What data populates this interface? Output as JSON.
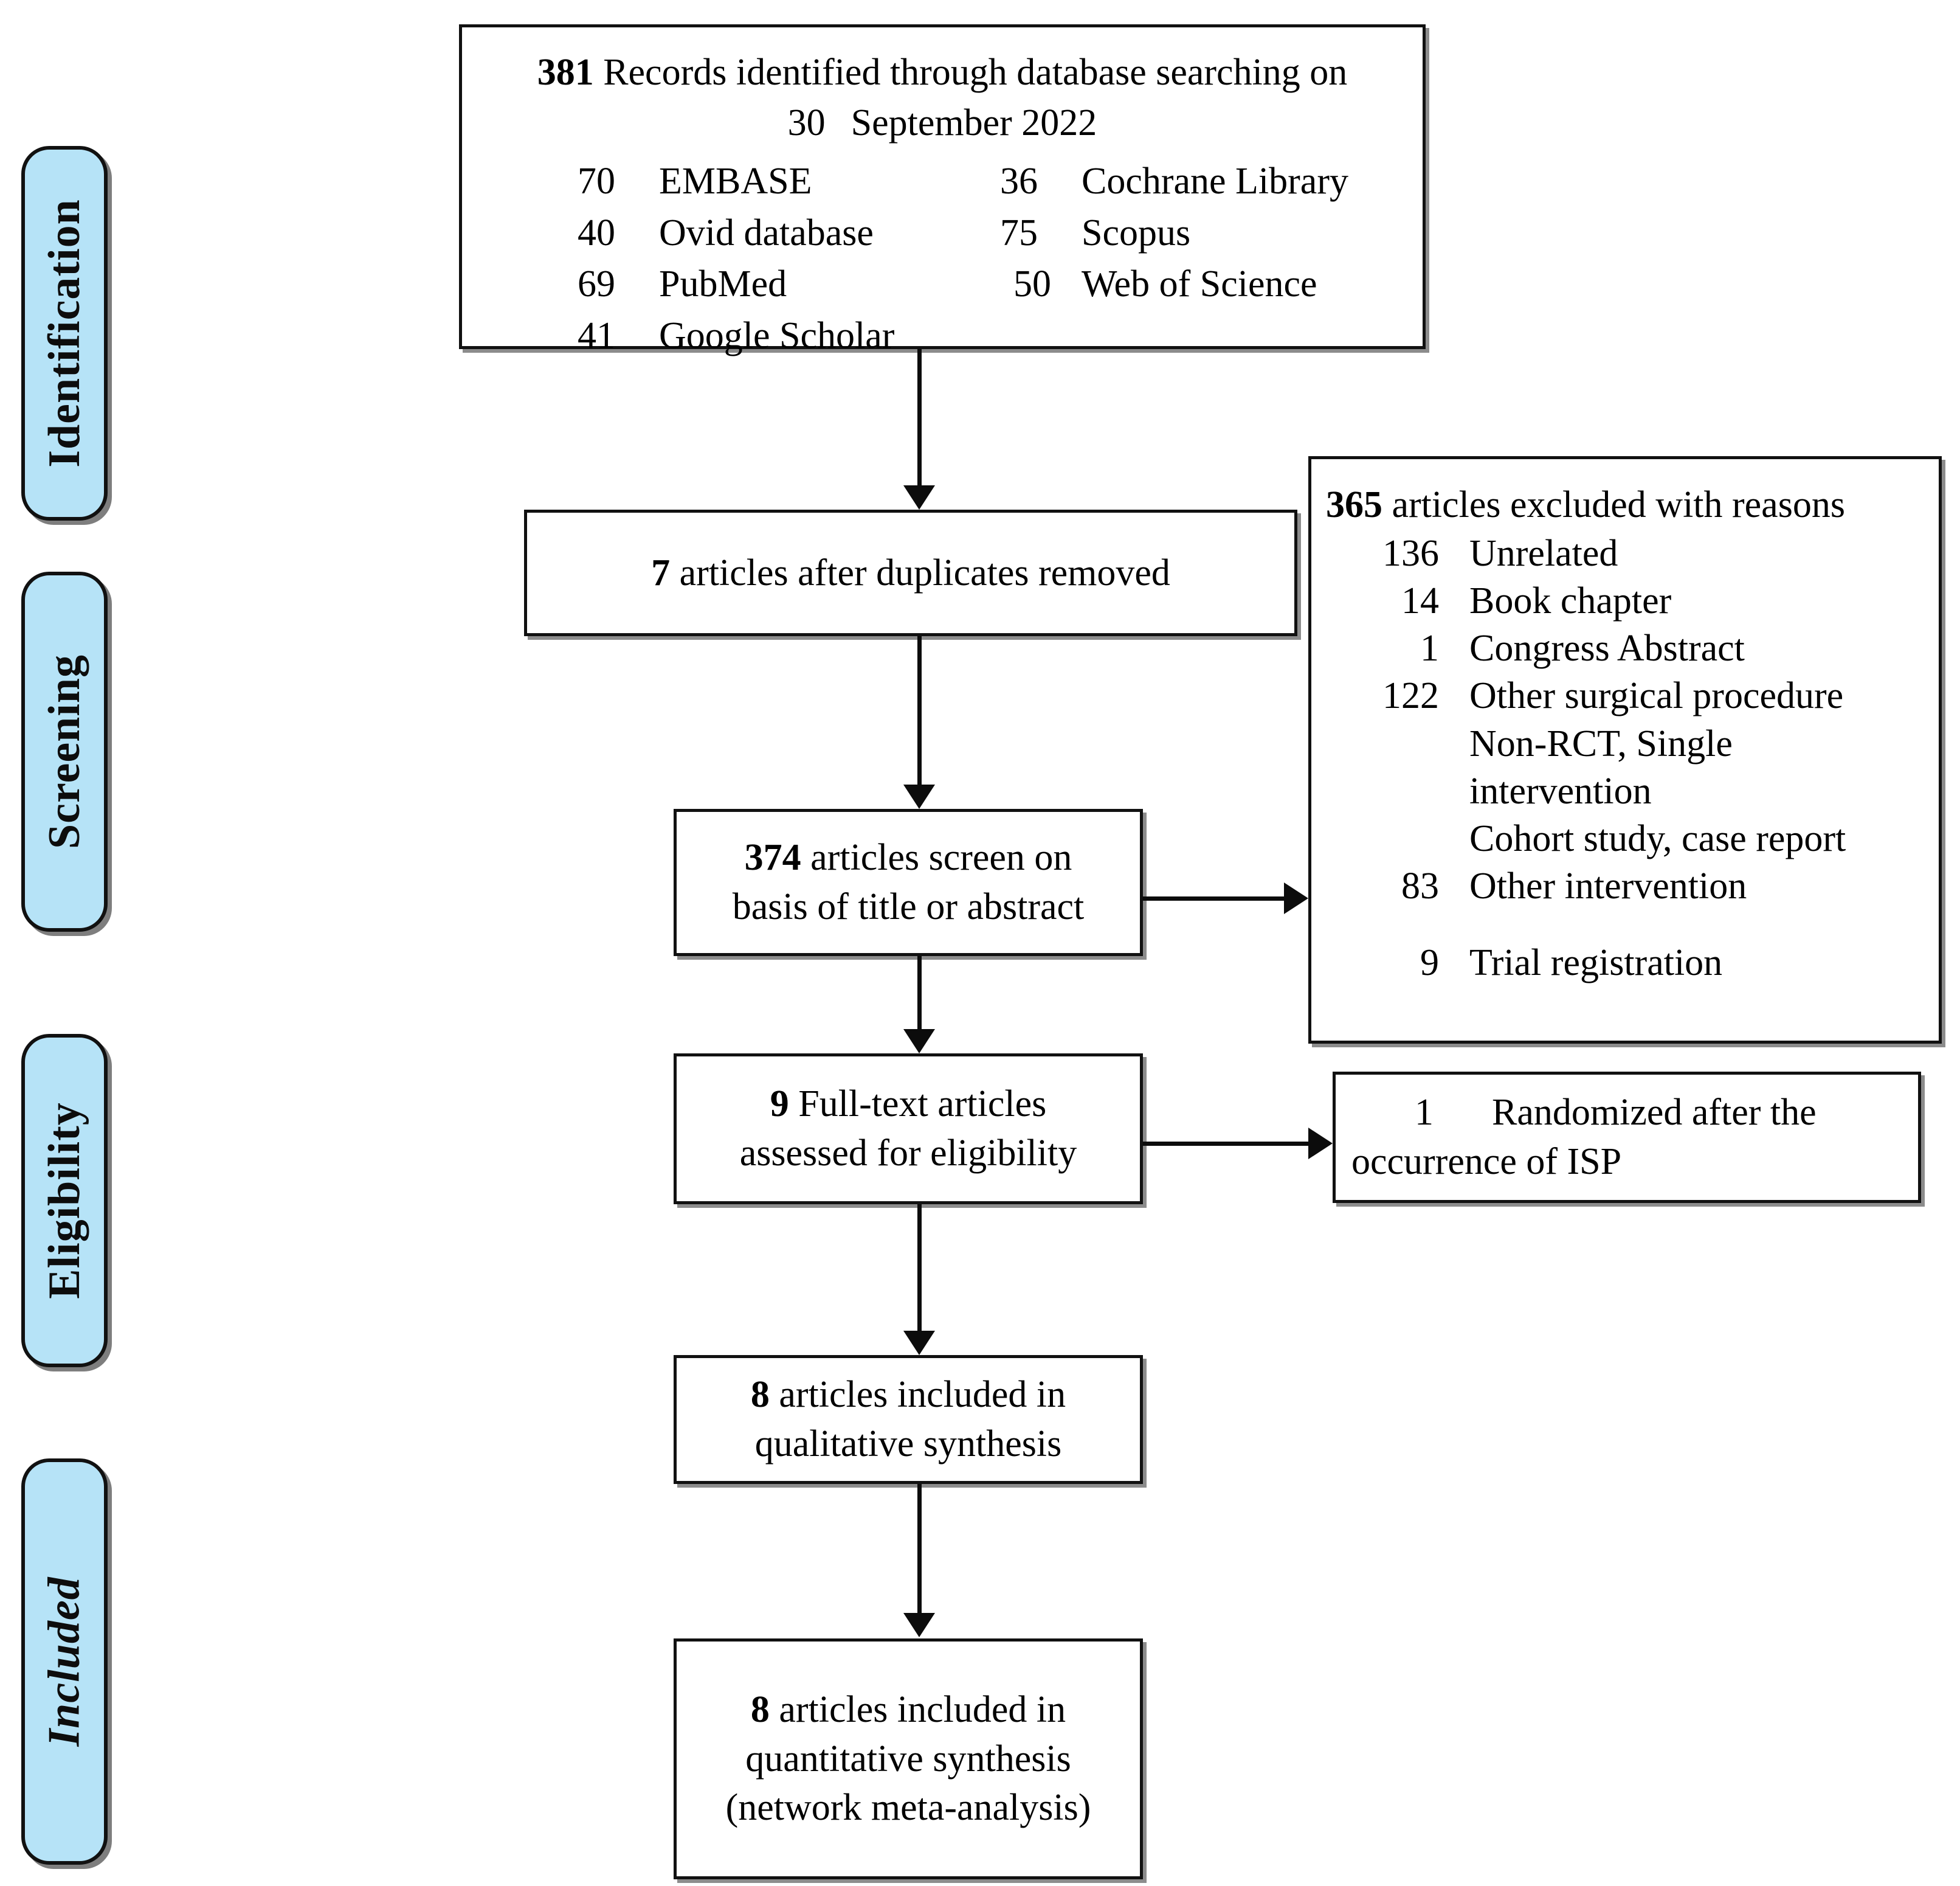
{
  "diagram": {
    "title": "PRISMA flow diagram",
    "accent_color": "#b6e3f7",
    "line_color": "#0c0c0c"
  },
  "stages": [
    {
      "id": "identification",
      "label": "Identification",
      "style": "bold"
    },
    {
      "id": "screening",
      "label": "Screening",
      "style": "bold"
    },
    {
      "id": "eligibility",
      "label": "Eligibility",
      "style": "bold"
    },
    {
      "id": "included",
      "label": "Included",
      "style": "bold-italic"
    }
  ],
  "identification_box": {
    "count": "381",
    "headline": " Records identified through database searching on",
    "date_number": "30",
    "date_text": "September 2022",
    "sources": [
      {
        "count": "70",
        "name": "EMBASE"
      },
      {
        "count": "36",
        "name": "Cochrane Library"
      },
      {
        "count": "40",
        "name": "Ovid database"
      },
      {
        "count": "75",
        "name": "Scopus"
      },
      {
        "count": "69",
        "name": "PubMed"
      },
      {
        "count": "50",
        "name": "Web of Science"
      },
      {
        "count": "41",
        "name": "Google Scholar"
      }
    ]
  },
  "duplicates_box": {
    "count": "7",
    "text": " articles after duplicates removed"
  },
  "screen_box": {
    "count": "374",
    "line1": " articles screen on",
    "line2": "basis of title or abstract"
  },
  "fulltext_box": {
    "count": "9",
    "line1": " Full-text articles",
    "line2": "assessed for eligibility"
  },
  "qualitative_box": {
    "count": "8",
    "line1": " articles included in",
    "line2": "qualitative synthesis"
  },
  "quantitative_box": {
    "count": "8",
    "line1": " articles included in",
    "line2": "quantitative synthesis",
    "line3": "(network meta-analysis)"
  },
  "excluded_box": {
    "count": "365",
    "headline": " articles excluded with reasons",
    "reasons": [
      {
        "count": "136",
        "text": "Unrelated"
      },
      {
        "count": "14",
        "text": "Book chapter"
      },
      {
        "count": "1",
        "text": "Congress Abstract"
      },
      {
        "count": "122",
        "text": "Other surgical procedure"
      },
      {
        "count": "",
        "text": "Non-RCT, Single"
      },
      {
        "count": "",
        "text": "intervention"
      },
      {
        "count": "",
        "text": "Cohort study, case report"
      },
      {
        "count": "83",
        "text": "Other intervention"
      },
      {
        "count": "9",
        "text": "Trial registration"
      }
    ]
  },
  "isp_box": {
    "count": "1",
    "line1": "Randomized after the",
    "line2": "occurrence of ISP"
  },
  "chart_data": {
    "type": "flowchart",
    "title": "PRISMA flow diagram",
    "nodes": [
      {
        "id": "identified",
        "stage": "Identification",
        "value": 381
      },
      {
        "id": "duplicates",
        "stage": "Screening",
        "value": 7
      },
      {
        "id": "screened",
        "stage": "Screening",
        "value": 374
      },
      {
        "id": "excluded",
        "stage": "Screening",
        "value": 365
      },
      {
        "id": "fulltext",
        "stage": "Eligibility",
        "value": 9
      },
      {
        "id": "isp_excluded",
        "stage": "Eligibility",
        "value": 1
      },
      {
        "id": "qualitative",
        "stage": "Included",
        "value": 8
      },
      {
        "id": "quantitative",
        "stage": "Included",
        "value": 8
      }
    ],
    "edges": [
      {
        "from": "identified",
        "to": "duplicates"
      },
      {
        "from": "duplicates",
        "to": "screened"
      },
      {
        "from": "screened",
        "to": "excluded"
      },
      {
        "from": "screened",
        "to": "fulltext"
      },
      {
        "from": "fulltext",
        "to": "isp_excluded"
      },
      {
        "from": "fulltext",
        "to": "qualitative"
      },
      {
        "from": "qualitative",
        "to": "quantitative"
      }
    ],
    "sources": {
      "EMBASE": 70,
      "Cochrane Library": 36,
      "Ovid database": 40,
      "Scopus": 75,
      "PubMed": 69,
      "Web of Science": 50,
      "Google Scholar": 41
    },
    "exclusion_reasons": {
      "Unrelated": 136,
      "Book chapter": 14,
      "Congress Abstract": 1,
      "Other surgical procedure / Non-RCT, Single intervention / Cohort study, case report": 122,
      "Other intervention": 83,
      "Trial registration": 9
    }
  }
}
